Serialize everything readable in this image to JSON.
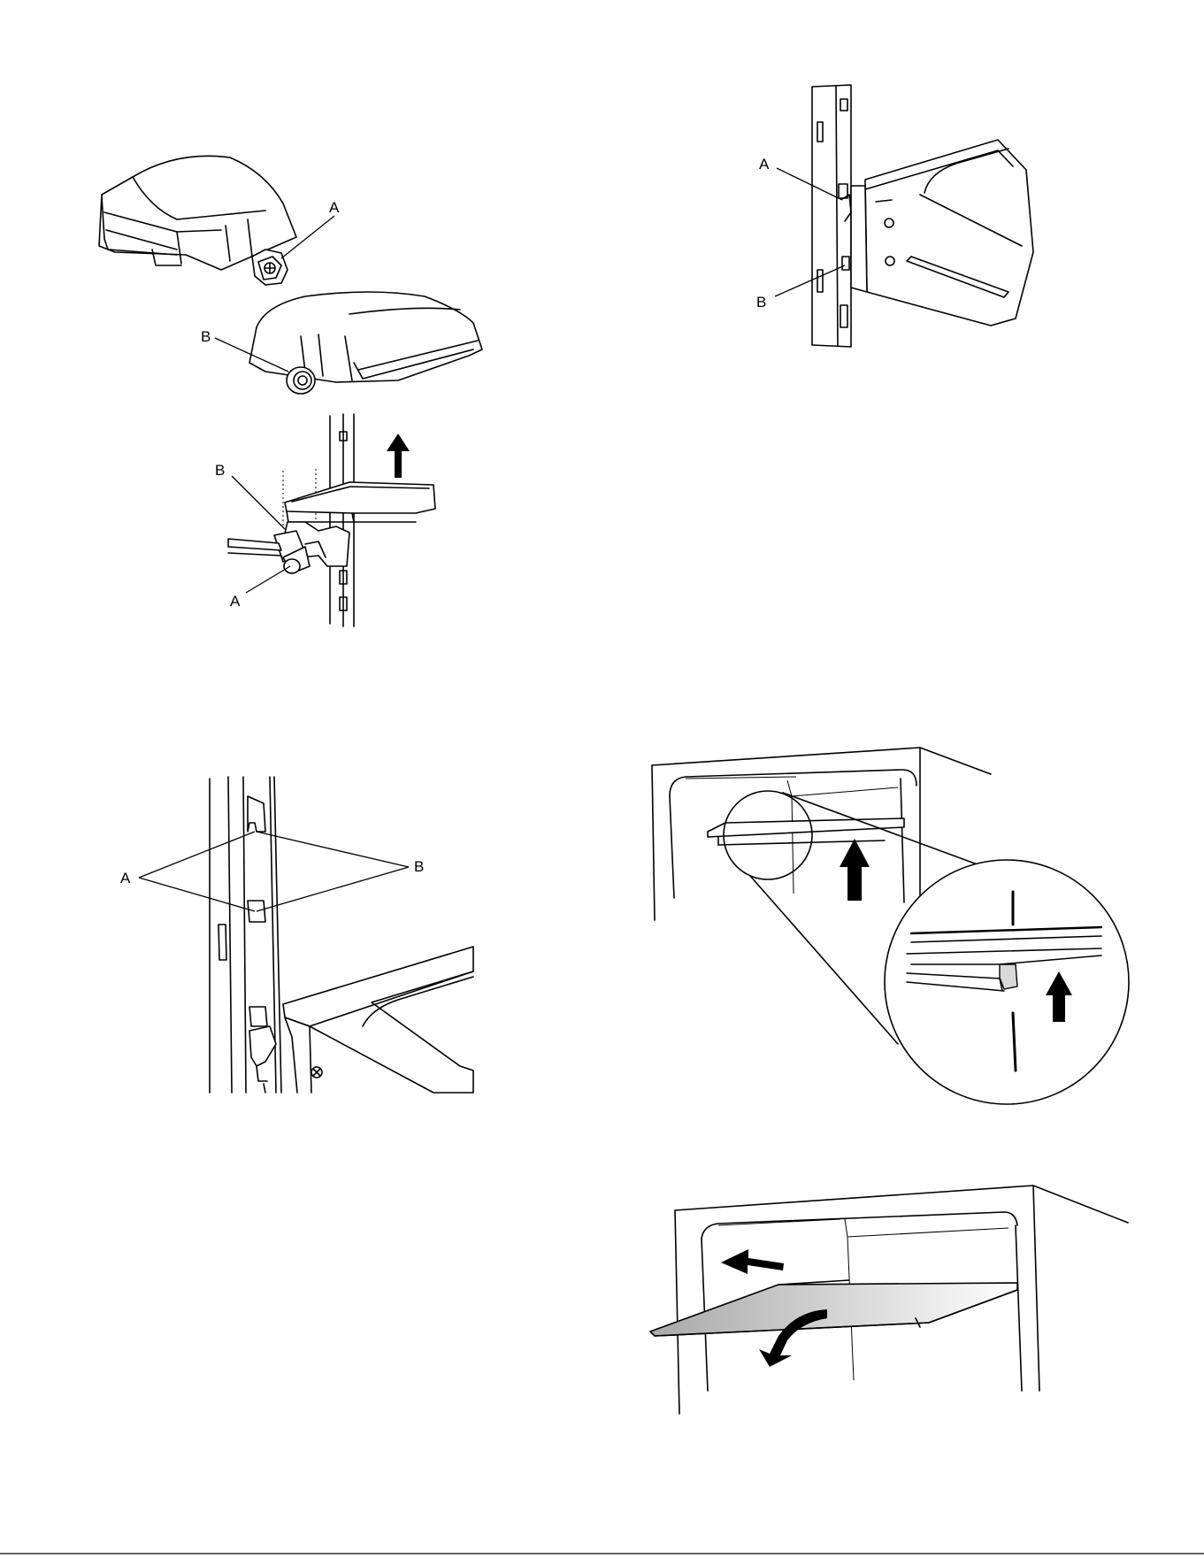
{
  "figures": [
    {
      "id": "clip-detail",
      "labels": [
        "A",
        "B"
      ]
    },
    {
      "id": "shelf-lift",
      "labels": [
        "B",
        "A"
      ]
    },
    {
      "id": "bracket-hook",
      "labels": [
        "A",
        "B"
      ]
    },
    {
      "id": "rail-slots",
      "labels": [
        "A",
        "B"
      ]
    },
    {
      "id": "shelf-raise-zoom",
      "labels": []
    },
    {
      "id": "shelf-tilt-remove",
      "labels": []
    }
  ],
  "colors": {
    "line": "#000000",
    "background": "#ffffff",
    "shelf_gradient_dark": "#a8a8a8",
    "shelf_gradient_light": "#ffffff"
  },
  "icons": [
    "arrow-up-icon",
    "arrow-left-icon",
    "curved-arrow-down-icon"
  ]
}
